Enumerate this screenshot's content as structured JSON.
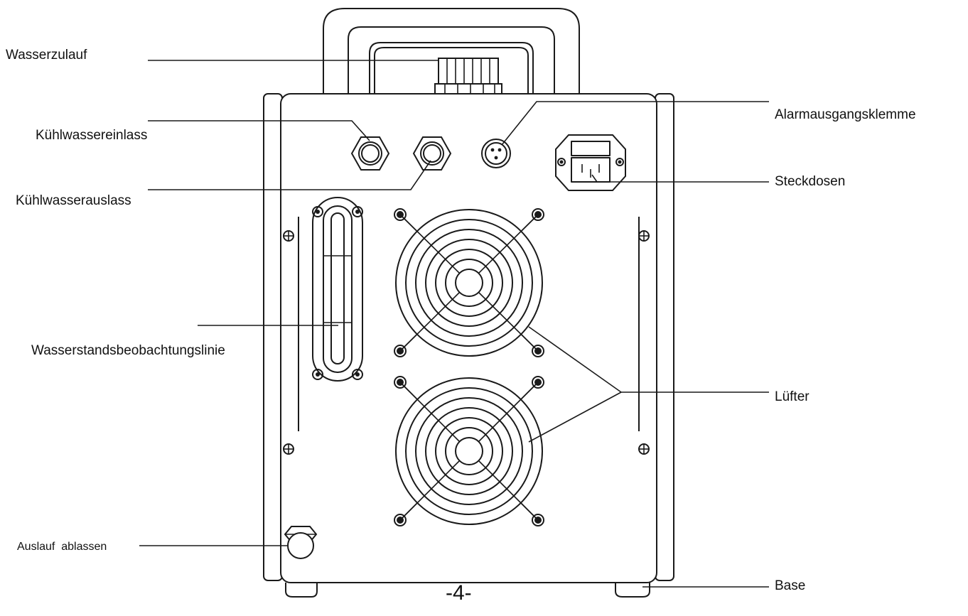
{
  "labels": {
    "water_inlet": "Wasserzulauf",
    "cooling_water_inlet": "Kühlwassereinlass",
    "cooling_water_outlet": "Kühlwasserauslass",
    "alarm_terminal": "Alarmausgangsklemme",
    "sockets": "Steckdosen",
    "water_level_line": "Wasserstandsbeobachtungslinie",
    "fans": "Lüfter",
    "drain_outlet": "Auslauf  ablassen",
    "base": "Base"
  },
  "page_number": "-4-"
}
